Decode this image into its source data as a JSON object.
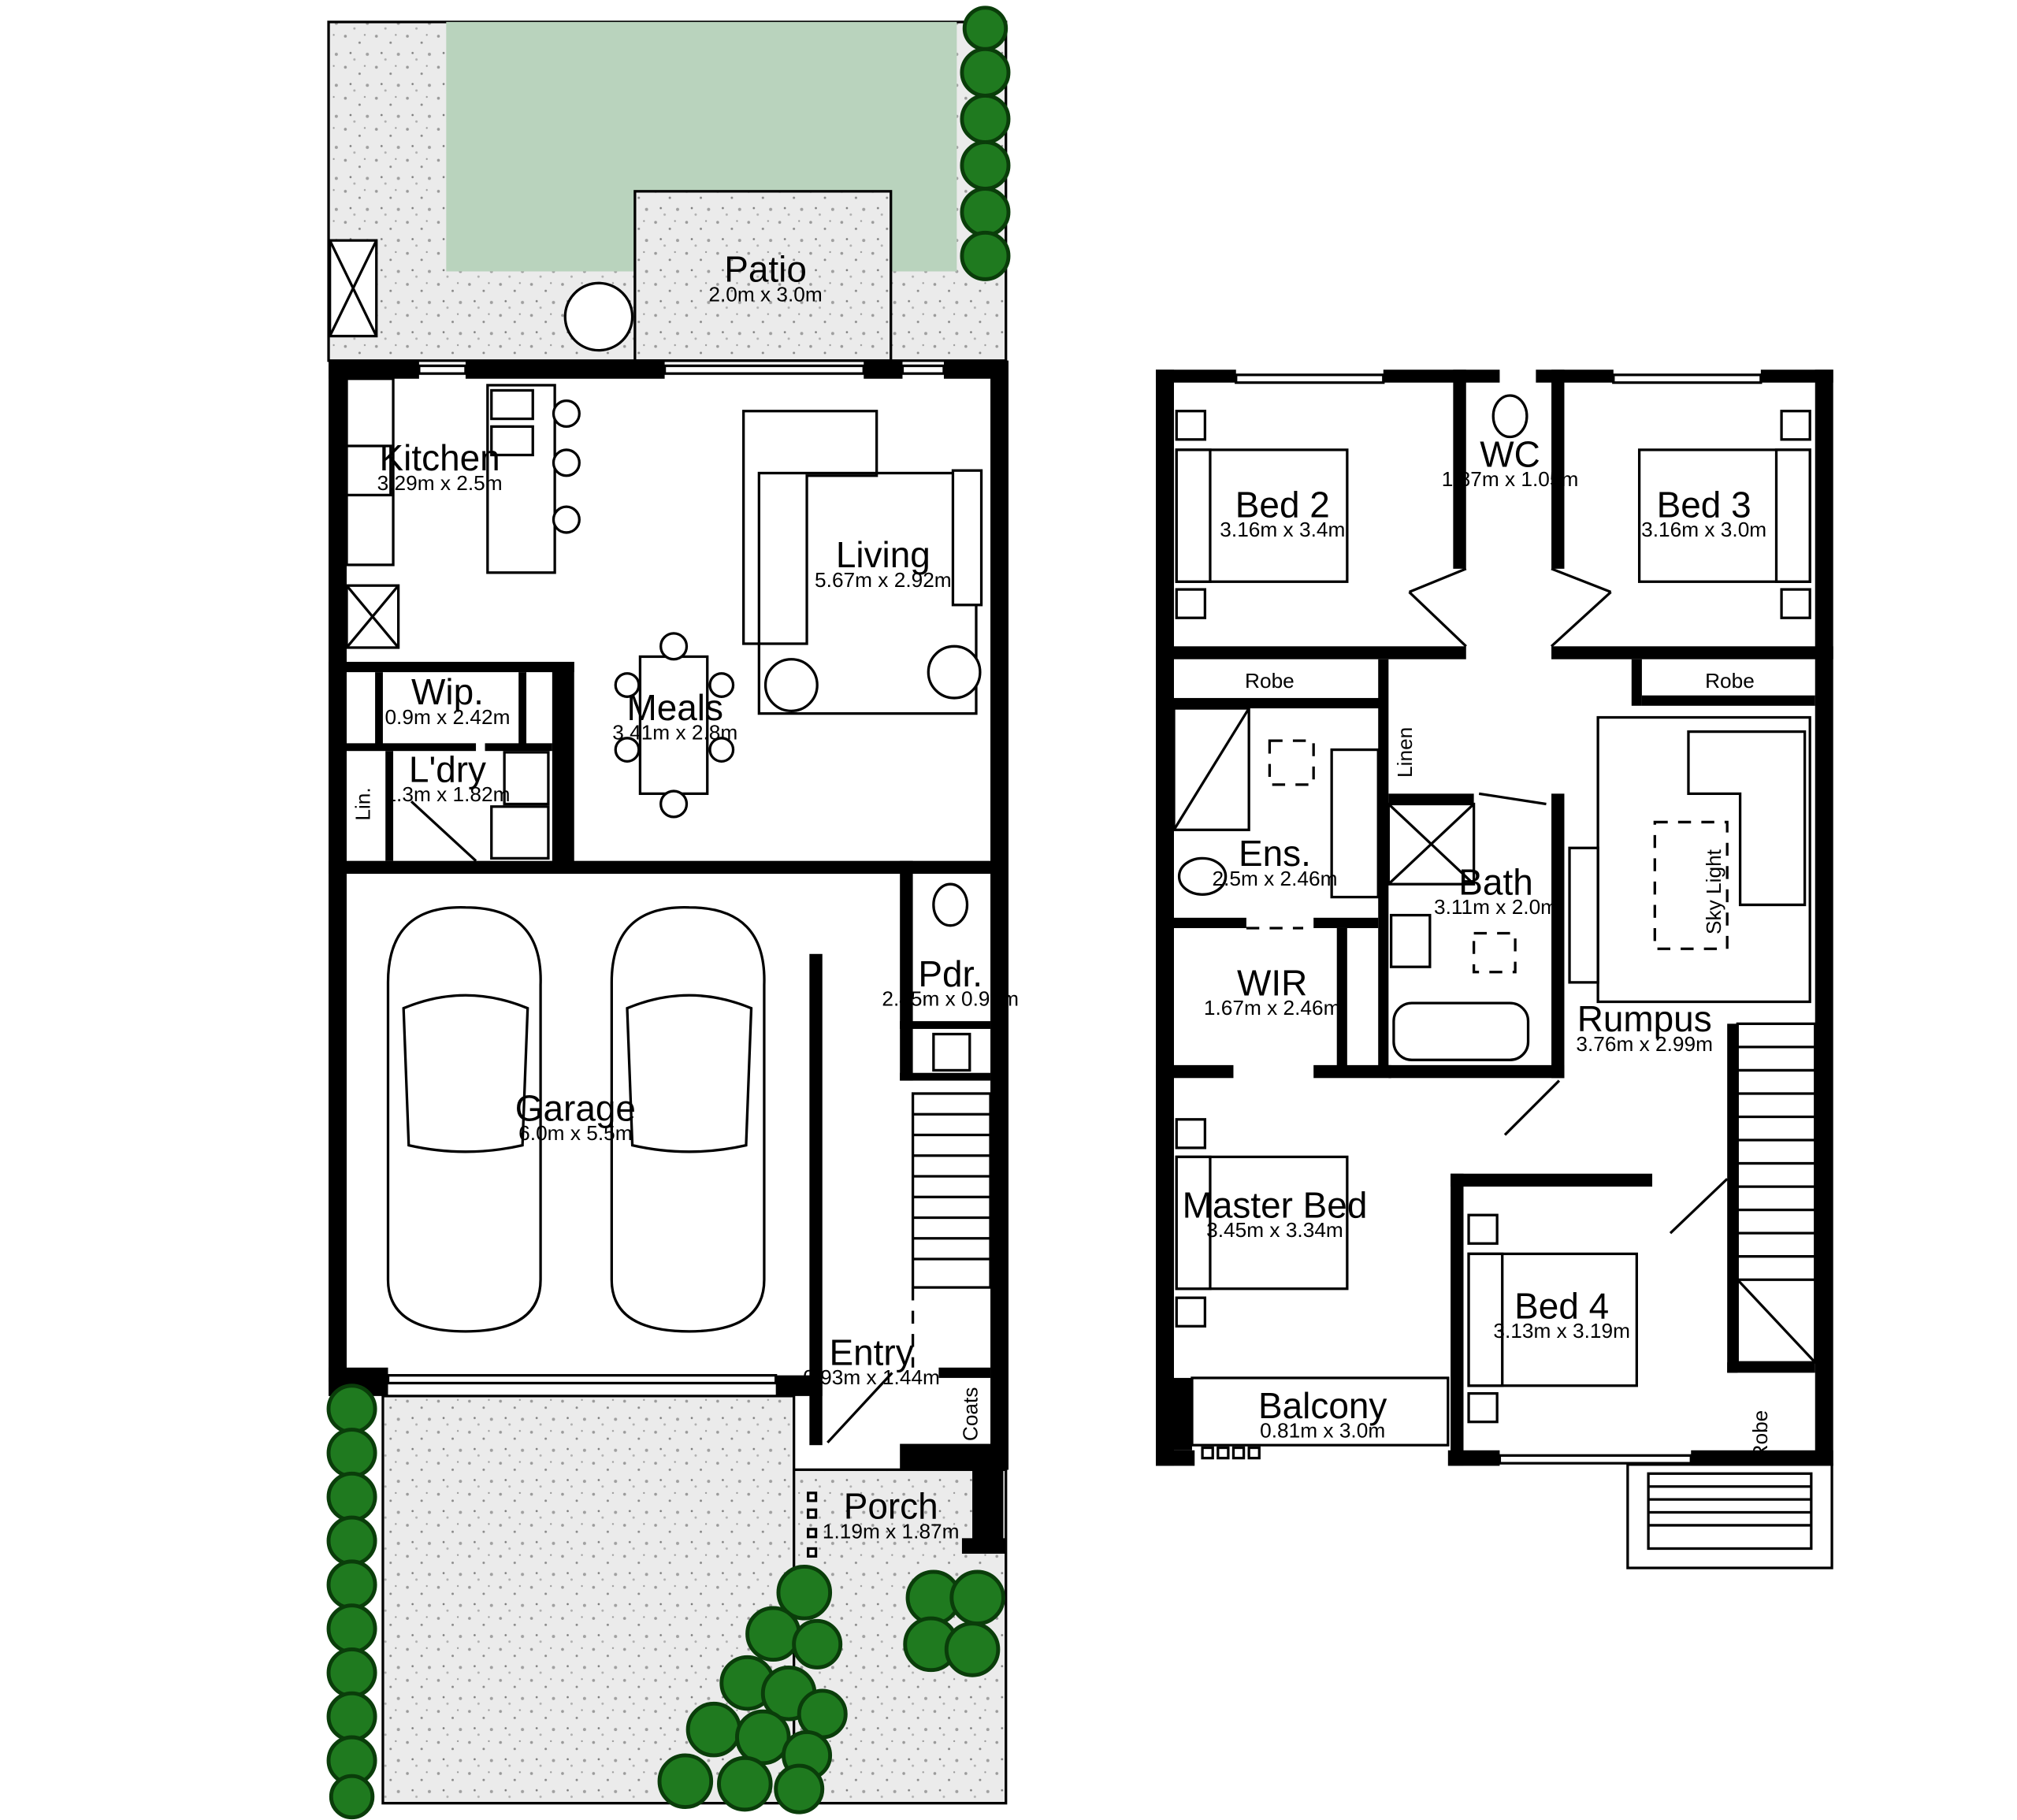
{
  "colors": {
    "wall": "#000000",
    "lawn": "#b9d3bd",
    "paving": "#ebebeb",
    "tree": "#1f7a1f",
    "tree_outline": "#0a3d0a"
  },
  "rooms": {
    "patio": {
      "name": "Patio",
      "size": "2.0m x 3.0m"
    },
    "kitchen": {
      "name": "Kitchen",
      "size": "3.29m x 2.5m"
    },
    "living": {
      "name": "Living",
      "size": "5.67m x 2.92m"
    },
    "meals": {
      "name": "Meals",
      "size": "3.41m x 2.8m"
    },
    "wip": {
      "name": "Wip.",
      "size": "0.9m x 2.42m"
    },
    "laundry": {
      "name": "L'dry",
      "size": "1.3m x 1.82m"
    },
    "lin": {
      "name": "Lin."
    },
    "garage": {
      "name": "Garage",
      "size": "6.0m x 5.5m"
    },
    "powder": {
      "name": "Pdr.",
      "size": "2.45m x 0.92m"
    },
    "entry": {
      "name": "Entry",
      "size": "0.93m x 1.44m"
    },
    "coats": {
      "name": "Coats"
    },
    "porch": {
      "name": "Porch",
      "size": "1.19m x 1.87m"
    },
    "bed2": {
      "name": "Bed 2",
      "size": "3.16m x 3.4m"
    },
    "wc": {
      "name": "WC",
      "size": "1.87m x 1.05m"
    },
    "bed3": {
      "name": "Bed 3",
      "size": "3.16m x 3.0m"
    },
    "robe_left": {
      "name": "Robe"
    },
    "robe_right": {
      "name": "Robe"
    },
    "linen": {
      "name": "Linen"
    },
    "ensuite": {
      "name": "Ens.",
      "size": "2.5m x 2.46m"
    },
    "bath": {
      "name": "Bath",
      "size": "3.11m x 2.0m"
    },
    "skylight": {
      "name": "Sky Light"
    },
    "wir": {
      "name": "WIR",
      "size": "1.67m x 2.46m"
    },
    "rumpus": {
      "name": "Rumpus",
      "size": "3.76m x 2.99m"
    },
    "master": {
      "name": "Master Bed",
      "size": "3.45m x 3.34m"
    },
    "bed4": {
      "name": "Bed 4",
      "size": "3.13m x 3.19m"
    },
    "balcony": {
      "name": "Balcony",
      "size": "0.81m x 3.0m"
    },
    "robe_small": {
      "name": "Robe"
    }
  }
}
